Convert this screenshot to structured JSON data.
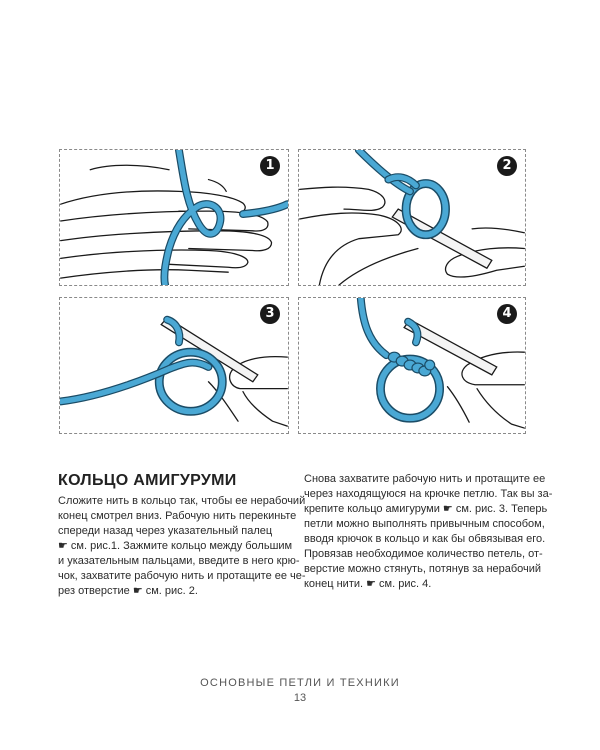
{
  "figures": [
    {
      "number": "1"
    },
    {
      "number": "2"
    },
    {
      "number": "3"
    },
    {
      "number": "4"
    }
  ],
  "section": {
    "title": "КОЛЬЦО АМИГУРУМИ",
    "left_lines": [
      "Сложите нить в кольцо так, чтобы ее нерабочий",
      "конец смотрел вниз. Рабочую нить перекиньте",
      "спереди назад через указательный палец",
      "☛  см.  рис.1. Зажмите кольцо между большим",
      "и указательным пальцами, введите в него крю-",
      "чок, захватите рабочую нить и протащите ее че-",
      "рез отверстие ☛ см. рис. 2."
    ],
    "right_lines": [
      "Снова захватите рабочую нить и протащите ее",
      "через находящуюся на крючке петлю. Так вы за-",
      "крепите кольцо амигуруми ☛ см. рис. 3. Теперь",
      "петли можно выполнять привычным способом,",
      "вводя крючок в кольцо и как бы обвязывая его.",
      "Провязав необходимое количество петель, от-",
      "верстие можно стянуть, потянув за нерабочий",
      "конец нити. ☛ см. рис. 4."
    ]
  },
  "footer": {
    "title": "ОСНОВНЫЕ ПЕТЛИ И ТЕХНИКИ",
    "page": "13"
  },
  "colors": {
    "yarn": "#4aa8d4",
    "yarn_outline": "#1b4c66",
    "ink": "#1a1a1a"
  },
  "icons": [
    "pointing-hand-icon"
  ]
}
